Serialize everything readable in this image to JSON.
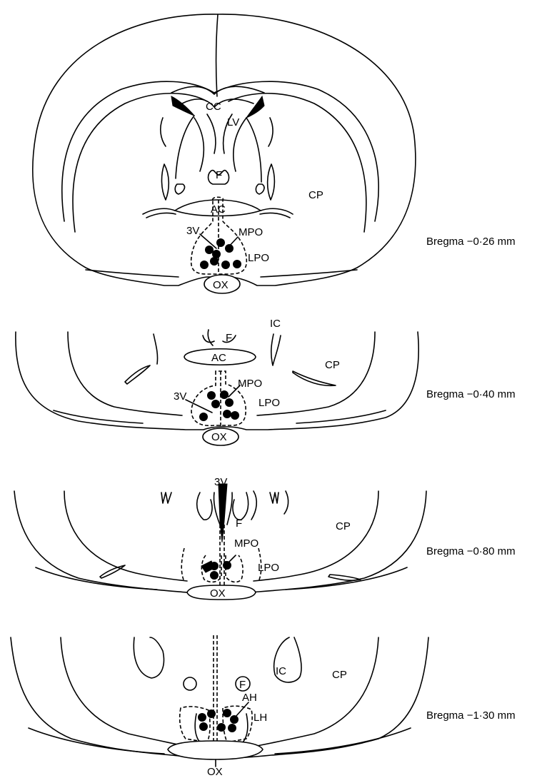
{
  "sections": [
    {
      "bregma": "Bregma −0·26 mm",
      "labels": {
        "cc": "CC",
        "lv": "LV",
        "f": "F",
        "ac": "AC",
        "cp": "CP",
        "v3": "3V",
        "mpo": "MPO",
        "lpo": "LPO",
        "ox": "OX"
      }
    },
    {
      "bregma": "Bregma −0·40 mm",
      "labels": {
        "ic": "IC",
        "f": "F",
        "ac": "AC",
        "cp": "CP",
        "mpo": "MPO",
        "v3": "3V",
        "lpo": "LPO",
        "ox": "OX"
      }
    },
    {
      "bregma": "Bregma −0·80 mm",
      "labels": {
        "v3": "3V",
        "f": "F",
        "cp": "CP",
        "mpo": "MPO",
        "lpo": "LPO",
        "ox": "OX"
      }
    },
    {
      "bregma": "Bregma −1·30 mm",
      "labels": {
        "ic": "IC",
        "f": "F",
        "cp": "CP",
        "ah": "AH",
        "lh": "LH",
        "ox": "OX"
      }
    }
  ]
}
